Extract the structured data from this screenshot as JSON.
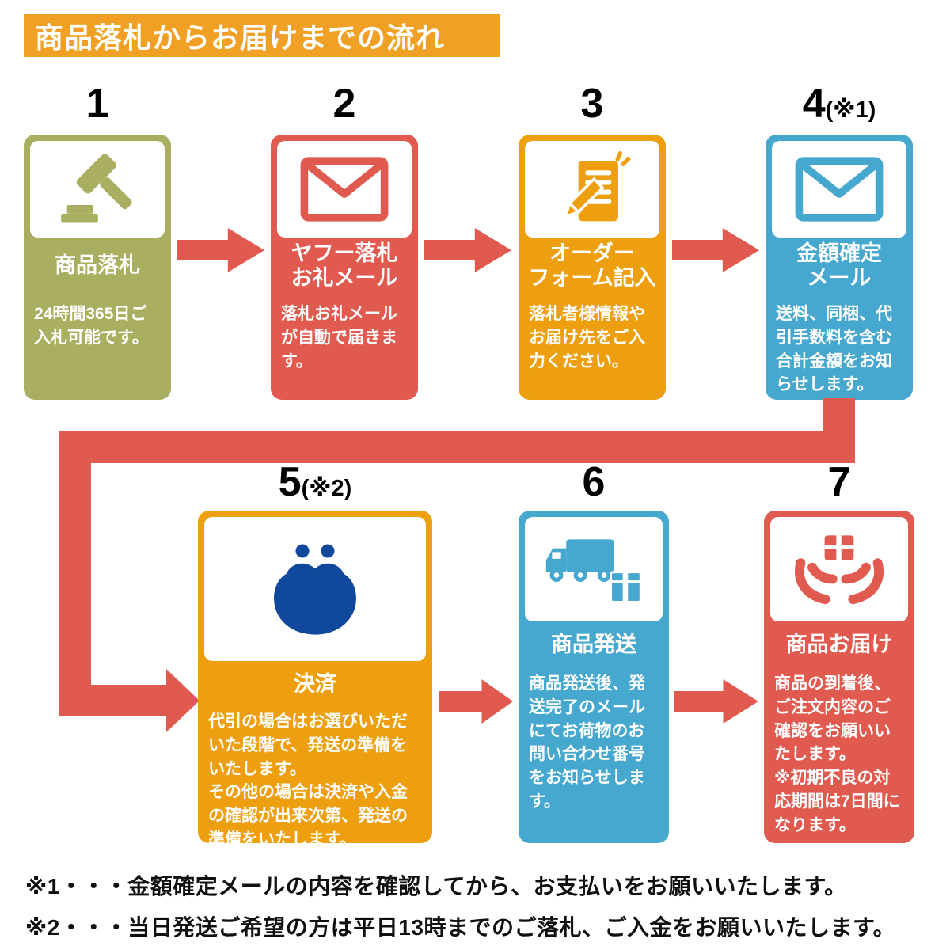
{
  "title": "商品落札からお届けまでの流れ",
  "steps": [
    {
      "number": "1",
      "suffix": "",
      "label": "商品落札",
      "description": "24時間365日ご入札可能です。",
      "icon": "gavel-icon",
      "color": "#A9AE60"
    },
    {
      "number": "2",
      "suffix": "",
      "label": "ヤフー落札\nお礼メール",
      "description": "落札お礼メールが自動で届きます。",
      "icon": "envelope-icon",
      "color": "#E15A4F"
    },
    {
      "number": "3",
      "suffix": "",
      "label": "オーダー\nフォーム記入",
      "description": "落札者様情報やお届け先をご入力ください。",
      "icon": "order-form-icon",
      "color": "#ED9F0F"
    },
    {
      "number": "4",
      "suffix": "(※1)",
      "label": "金額確定\nメール",
      "description": "送料、同梱、代引手数料を含む合計金額をお知らせします。",
      "icon": "envelope-icon",
      "color": "#46A7CF"
    },
    {
      "number": "5",
      "suffix": "(※2)",
      "label": "決済",
      "description": "代引の場合はお選びいただいた段階で、発送の準備をいたします。\nその他の場合は決済や入金の確認が出来次第、発送の準備をいたします。",
      "icon": "coin-purse-icon",
      "color": "#ED9F0F"
    },
    {
      "number": "6",
      "suffix": "",
      "label": "商品発送",
      "description": "商品発送後、発送完了のメールにてお荷物のお問い合わせ番号をお知らせします。",
      "icon": "truck-box-icon",
      "color": "#46A7CF"
    },
    {
      "number": "7",
      "suffix": "",
      "label": "商品お届け",
      "description": "商品の到着後、ご注文内容のご確認をお願いいたします。\n※初期不良の対応期間は7日間になります。",
      "icon": "hands-package-icon",
      "color": "#E15A4F"
    }
  ],
  "notes": [
    "※1・・・金額確定メールの内容を確認してから、お支払いをお願いいたします。",
    "※2・・・当日発送ご希望の方は平日13時までのご落札、ご入金をお願いいたします。"
  ],
  "colors": {
    "banner": "#F0A125",
    "arrow": "#E15A4F",
    "olive": "#A9AE60",
    "red": "#E15A4F",
    "orange": "#ED9F0F",
    "blue": "#46A7CF",
    "purse_navy": "#10499C",
    "text": "#000000",
    "background": "#FFFFFF"
  }
}
